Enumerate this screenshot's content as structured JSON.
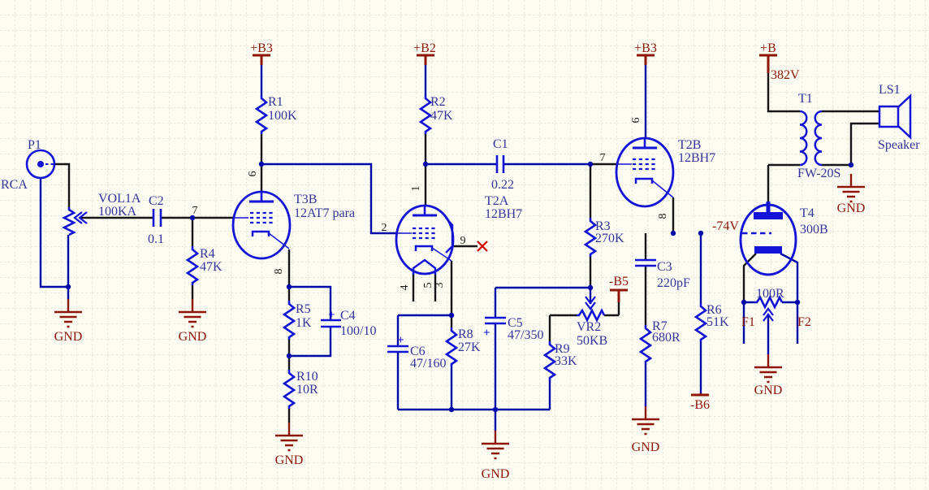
{
  "canvas": {
    "background": "#fbfbf2",
    "grid_color": "#e8e8dc",
    "wire_color": "#0008a8",
    "symbol_color": "#1414d6",
    "pin_wire_color": "#151515",
    "power_color": "#8e1607",
    "label_color": "#34349b",
    "no_connect_color": "#d40000"
  },
  "power": {
    "b3": "+B3",
    "b2": "+B2",
    "b": "+B",
    "b5": "-B5",
    "b6": "-B6",
    "gnd": "GND"
  },
  "net_labels": {
    "v382": "382V",
    "vneg74": "-74V",
    "f1": "F1",
    "f2": "F2"
  },
  "polarity": {
    "plus": "+"
  },
  "components": {
    "p1": {
      "des": "P1",
      "val": "RCA"
    },
    "vol": {
      "des": "VOL1A",
      "val": "100KA"
    },
    "c2": {
      "des": "C2",
      "val": "0.1"
    },
    "r4": {
      "des": "R4",
      "val": "47K"
    },
    "t3b": {
      "des": "T3B",
      "val": "12AT7 para"
    },
    "r1": {
      "des": "R1",
      "val": "100K"
    },
    "r5": {
      "des": "R5",
      "val": "1K"
    },
    "c4": {
      "des": "C4",
      "val": "100/10"
    },
    "r10": {
      "des": "R10",
      "val": "10R"
    },
    "t2a": {
      "des": "T2A",
      "val": "12BH7"
    },
    "r2": {
      "des": "R2",
      "val": "47K"
    },
    "c1": {
      "des": "C1",
      "val": "0.22"
    },
    "c6": {
      "des": "C6",
      "val": "47/160"
    },
    "r8": {
      "des": "R8",
      "val": "27K"
    },
    "c5": {
      "des": "C5",
      "val": "47/350"
    },
    "r9": {
      "des": "R9",
      "val": "33K"
    },
    "r3": {
      "des": "R3",
      "val": "270K"
    },
    "vr2": {
      "des": "VR2",
      "val": "50KB"
    },
    "t2b": {
      "des": "T2B",
      "val": "12BH7"
    },
    "c3": {
      "des": "C3",
      "val": "220pF"
    },
    "r7": {
      "des": "R7",
      "val": "680R"
    },
    "r6": {
      "des": "R6",
      "val": "51K"
    },
    "t4": {
      "des": "T4",
      "val": "300B"
    },
    "hum": {
      "val": "100R"
    },
    "t1": {
      "des": "T1",
      "val": "FW-20S"
    },
    "ls1": {
      "des": "LS1",
      "val": "Speaker"
    }
  },
  "pins": {
    "t3b": {
      "plate": "6",
      "grid": "7",
      "cathode": "8"
    },
    "t2a": {
      "plate": "1",
      "grid": "2",
      "nc": "9",
      "heater1": "4",
      "heater2": "5",
      "cathode": "3"
    },
    "t2b": {
      "plate": "6",
      "grid": "7",
      "cathode": "8"
    }
  }
}
